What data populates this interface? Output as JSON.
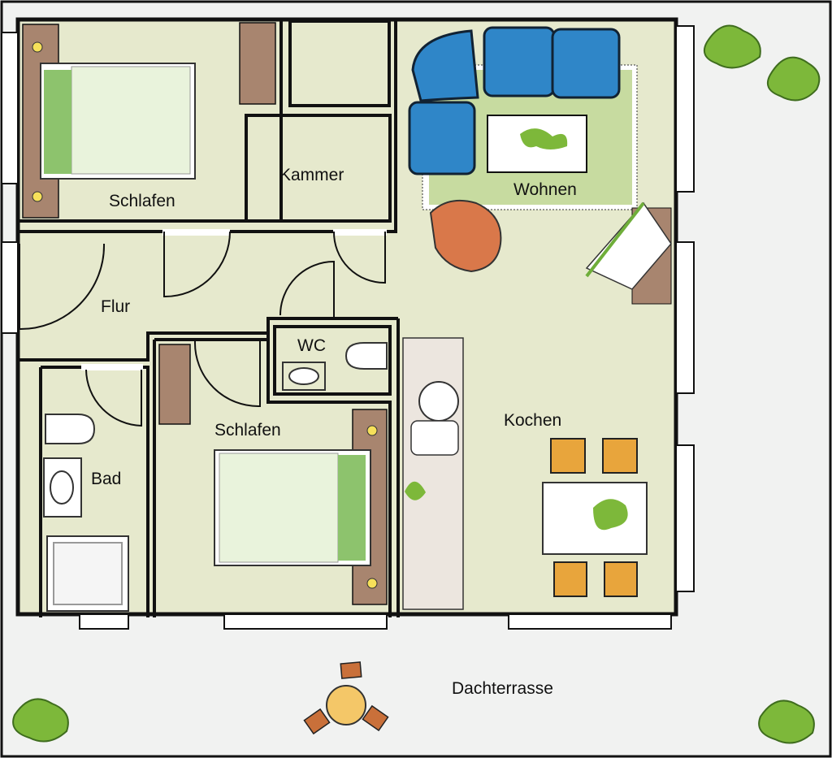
{
  "rooms": {
    "schlafen_1": "Schlafen",
    "kammer": "Kammer",
    "wohnen": "Wohnen",
    "flur": "Flur",
    "wc": "WC",
    "kochen": "Kochen",
    "bad": "Bad",
    "schlafen_2": "Schlafen",
    "dachterrasse": "Dachterrasse"
  },
  "colors": {
    "floor": "#e6e9cd",
    "wall": "#111111",
    "terrace": "#f1f2f1",
    "sofa": "#2f86c8",
    "rug": "#c7dba0",
    "wood": "#a8856f",
    "chair": "#e8a53c",
    "plant": "#7db83a",
    "armchair": "#d9784a"
  },
  "icons": [
    "plant-icon",
    "bed-icon",
    "sofa-icon",
    "toilet-icon",
    "sink-icon",
    "shower-icon",
    "chair-icon",
    "table-icon",
    "stove-icon"
  ]
}
